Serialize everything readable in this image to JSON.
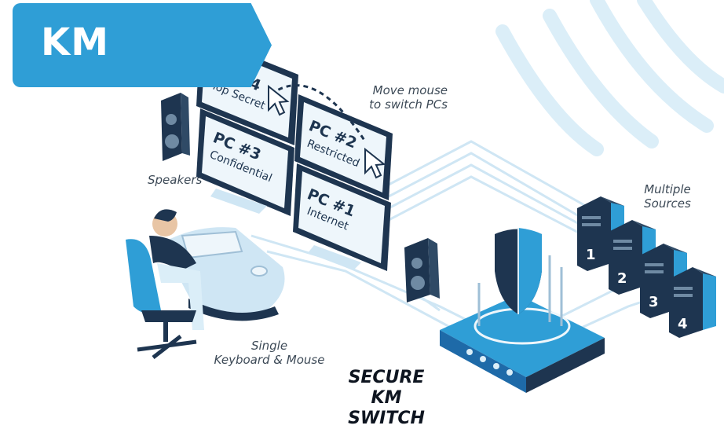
{
  "badge": {
    "label": "KM"
  },
  "labels": {
    "move_line1": "Move mouse",
    "move_line2": "to switch PCs",
    "speakers": "Speakers",
    "sources_line1": "Multiple",
    "sources_line2": "Sources",
    "single_line1": "Single",
    "single_line2": "Keyboard & Mouse",
    "switch_line1": "SECURE",
    "switch_line2": "KM SWITCH"
  },
  "monitors": [
    {
      "id": "PC #4",
      "level": "Top Secret"
    },
    {
      "id": "PC #2",
      "level": "Restricted"
    },
    {
      "id": "PC #3",
      "level": "Confidential"
    },
    {
      "id": "PC #1",
      "level": "Internet"
    }
  ],
  "servers": [
    "1",
    "2",
    "3",
    "4"
  ],
  "colors": {
    "accent": "#2f9ed6",
    "dark": "#1e3550",
    "light": "#dbeef8",
    "screen": "#eef6fb"
  }
}
